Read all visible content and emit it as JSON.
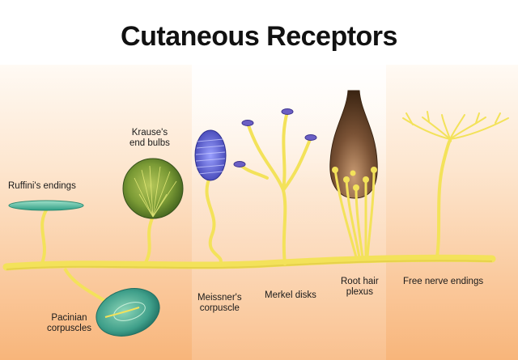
{
  "title": "Cutaneous Receptors",
  "labels": {
    "ruffini": "Ruffini's endings",
    "krause_line1": "Krause's",
    "krause_line2": "end bulbs",
    "pacinian_line1": "Pacinian",
    "pacinian_line2": "corpuscles",
    "meissner_line1": "Meissner's",
    "meissner_line2": "corpuscle",
    "merkel": "Merkel disks",
    "roothair_line1": "Root hair",
    "roothair_line2": "plexus",
    "freenerve": "Free nerve endings"
  },
  "colors": {
    "nerve": "#f3e25a",
    "skin_top": "#fde9d6",
    "skin_bottom": "#f7b377",
    "ruffini": "#4fb79a",
    "krause": "#6b8f2e",
    "pacinian": "#3f9f8a",
    "meissner": "#5a5fd0",
    "merkel_cap": "#6b5fc4",
    "hair": "#5b3a22"
  }
}
